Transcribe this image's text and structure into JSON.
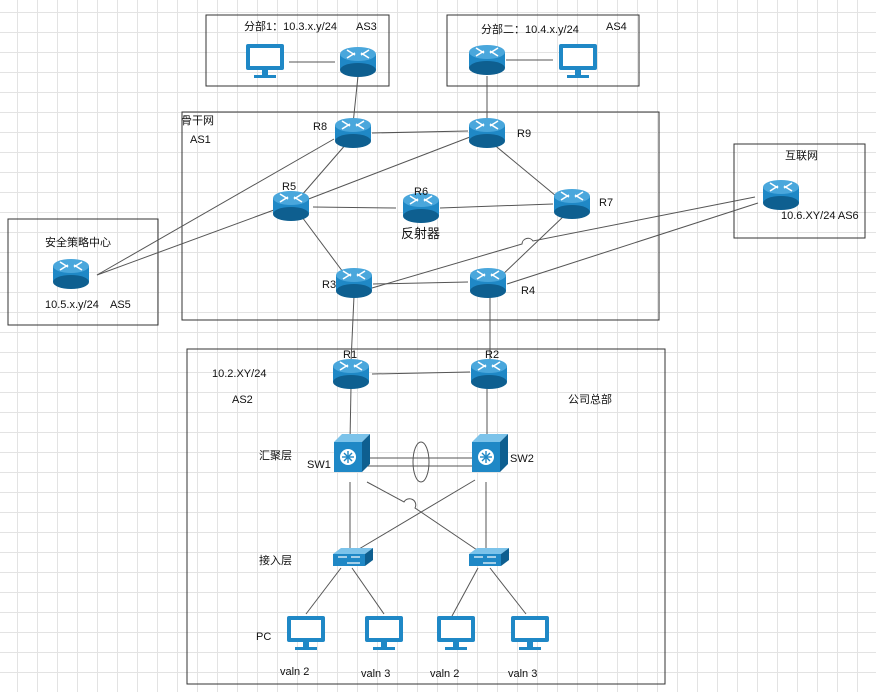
{
  "colors": {
    "device_fill": "#1f88c6",
    "device_dark": "#0e5f90",
    "device_light": "#7cc3ea",
    "line": "#555555",
    "box_border": "#333333"
  },
  "boxes": {
    "branch1": {
      "title": "分部1：10.3.x.y/24",
      "as": "AS3"
    },
    "branch2": {
      "title": "分部二：10.4.x.y/24",
      "as": "AS4"
    },
    "backbone": {
      "title": "骨干网",
      "as": "AS1"
    },
    "security": {
      "title": "安全策略中心",
      "subnet": "10.5.x.y/24",
      "as": "AS5"
    },
    "internet": {
      "title": "互联网",
      "subnet": "10.6.XY/24  AS6"
    },
    "hq": {
      "subnet": "10.2.XY/24",
      "as": "AS2",
      "title": "公司总部"
    }
  },
  "routers": {
    "r8": "R8",
    "r9": "R9",
    "r5": "R5",
    "r6": "R6",
    "r7": "R7",
    "r3": "R3",
    "r4": "R4",
    "r1": "R1",
    "r2": "R2"
  },
  "reflector_label": "反射器",
  "switches": {
    "sw1": "SW1",
    "sw2": "SW2"
  },
  "layers": {
    "aggregation": "汇聚层",
    "access": "接入层",
    "pc": "PC"
  },
  "pcs": [
    "valn 2",
    "valn 3",
    "valn 2",
    "valn 3"
  ],
  "icons": [
    "router-icon",
    "monitor-icon",
    "l3-switch-icon",
    "access-switch-icon"
  ]
}
